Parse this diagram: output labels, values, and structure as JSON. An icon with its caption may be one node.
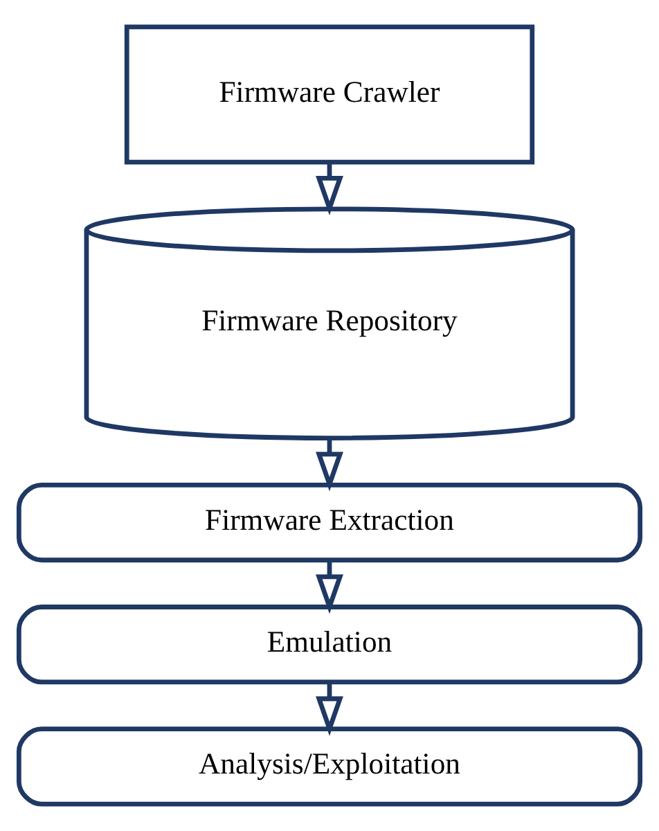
{
  "diagram": {
    "nodes": [
      {
        "text": [
          "Firmware Crawler"
        ]
      },
      {
        "text": [
          "Firmware Repository"
        ]
      },
      {
        "text": [
          "Firmware Extraction"
        ]
      },
      {
        "text": [
          "Emulation"
        ]
      },
      {
        "text": [
          "Analysis/Exploitation"
        ]
      }
    ],
    "edges": [
      {
        "from": 0,
        "to": 1,
        "arrow": "to"
      },
      {
        "from": 1,
        "to": 2,
        "arrow": "to"
      },
      {
        "from": 2,
        "to": 3,
        "arrow": "to"
      },
      {
        "from": 3,
        "to": 4,
        "arrow": "to"
      }
    ]
  }
}
